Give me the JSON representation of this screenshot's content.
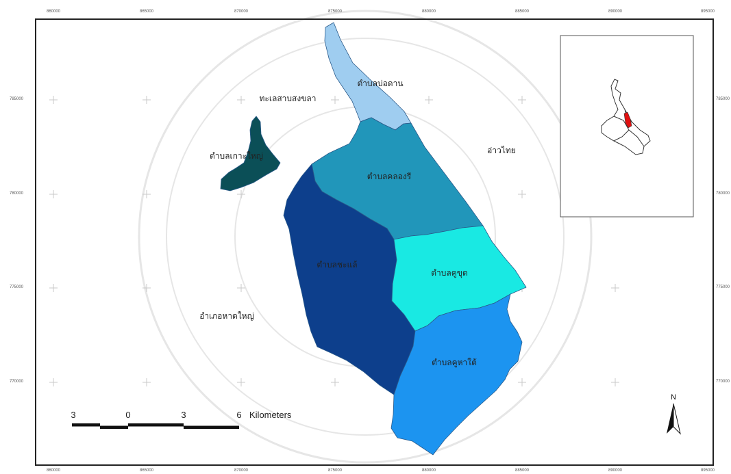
{
  "map": {
    "grid_x_labels": [
      "860000",
      "865000",
      "870000",
      "875000",
      "880000",
      "885000",
      "890000",
      "895000"
    ],
    "grid_y_labels": [
      "785000",
      "780000",
      "775000",
      "770000"
    ],
    "districts": [
      {
        "label": "ตำบลบ่อดาน",
        "color": "#9fcdf0"
      },
      {
        "label": "ตำบลเกาะใหญ่",
        "color": "#0b4f57"
      },
      {
        "label": "ตำบลคลองรี",
        "color": "#2196ba"
      },
      {
        "label": "ตำบลชะแล้",
        "color": "#0d3f8c"
      },
      {
        "label": "ตำบลคูขุด",
        "color": "#19e9e3"
      },
      {
        "label": "ตำบลคูหาใต้",
        "color": "#1c94f0"
      }
    ],
    "places": {
      "lake": "ทะเลสาบสงขลา",
      "gulf": "อ่าวไทย",
      "district_west": "อำเภอหาดใหญ่"
    },
    "scale_bar": {
      "ticks": [
        "3",
        "0",
        "3",
        "6"
      ],
      "unit": "Kilometers"
    },
    "north_label": "N",
    "colors": {
      "frame": "#222222",
      "highlight": "#e01010"
    }
  }
}
